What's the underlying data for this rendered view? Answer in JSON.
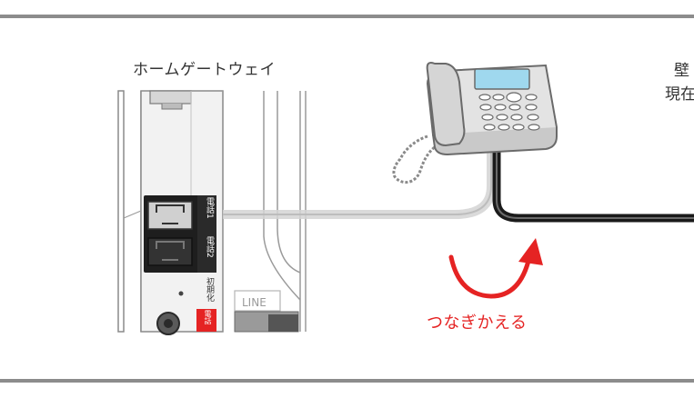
{
  "diagram": {
    "gateway_title": "ホームゲートウェイ",
    "wall_line1": "壁",
    "wall_line2": "現在",
    "reconnect_label": "つなぎかえる",
    "line_port_label": "LINE",
    "ports": {
      "tel1": "電話1",
      "tel2": "電話2",
      "init": "初期化",
      "red": "電話"
    },
    "colors": {
      "accent_red": "#e52323",
      "rule_gray": "#8c8c8c",
      "cable_black": "#2a2a2a",
      "cable_gray": "#c8c8c8",
      "phone_screen": "#9fd8ee"
    },
    "icons": [
      "telephone-icon",
      "reconnect-arrow-icon"
    ]
  }
}
